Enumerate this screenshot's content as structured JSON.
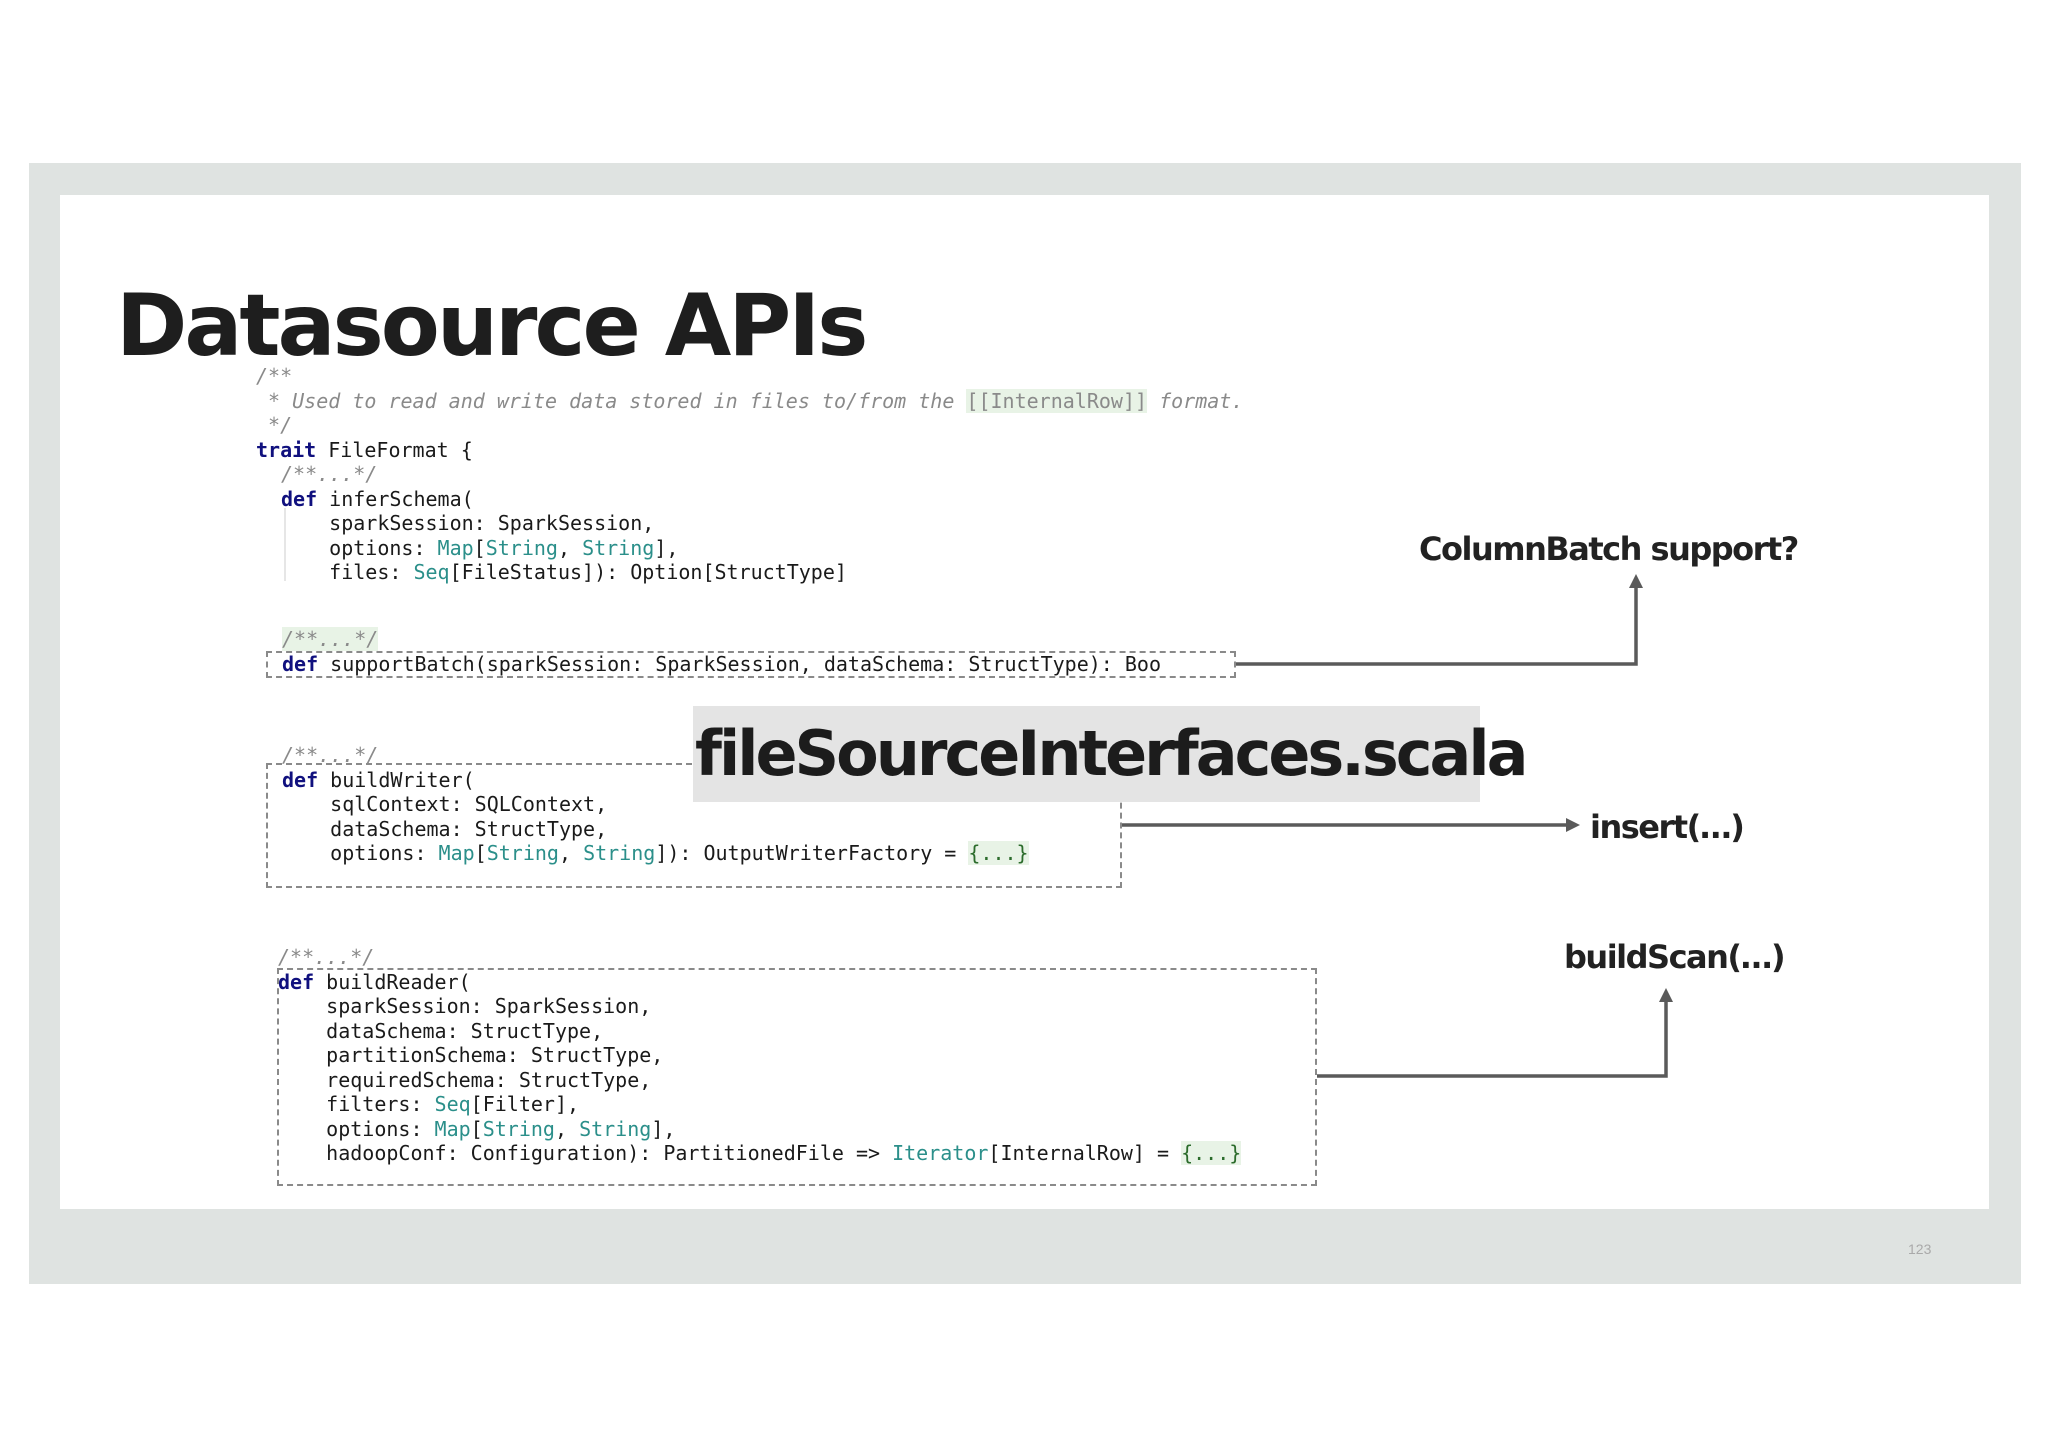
{
  "slide": {
    "title": "Datasource APIs",
    "file_banner": "fileSourceInterfaces.scala",
    "page_number": "123"
  },
  "code": {
    "doc_open": "/**",
    "doc_body_pre": " * Used to read and write data stored in files to/from the ",
    "doc_body_ref": "[[InternalRow]]",
    "doc_body_post": " format.",
    "doc_close": " */",
    "trait_kw": "trait",
    "trait_rest": " FileFormat {",
    "fold_comment": "/**...*/",
    "def_kw": "def",
    "infer": {
      "name": " inferSchema(",
      "p1": "    sparkSession: SparkSession,",
      "p2_a": "    options: ",
      "p2_map": "Map",
      "p2_b": "[",
      "p2_s1": "String",
      "p2_c": ", ",
      "p2_s2": "String",
      "p2_d": "],",
      "p3_a": "    files: ",
      "p3_seq": "Seq",
      "p3_b": "[FileStatus]): Option[StructType]"
    },
    "support": {
      "sig": " supportBatch(sparkSession: SparkSession, dataSchema: StructType): Boo"
    },
    "writer": {
      "name": " buildWriter(",
      "p1": "    sqlContext: SQLContext,",
      "p2": "    dataSchema: StructType,",
      "p3_a": "    options: ",
      "p3_map": "Map",
      "p3_b": "[",
      "p3_s1": "String",
      "p3_c": ", ",
      "p3_s2": "String",
      "p3_d": "]): OutputWriterFactory = ",
      "body": "{...}"
    },
    "reader": {
      "name": " buildReader(",
      "p1": "    sparkSession: SparkSession,",
      "p2": "    dataSchema: StructType,",
      "p3": "    partitionSchema: StructType,",
      "p4": "    requiredSchema: StructType,",
      "p5_a": "    filters: ",
      "p5_seq": "Seq",
      "p5_b": "[Filter],",
      "p6_a": "    options: ",
      "p6_map": "Map",
      "p6_b": "[",
      "p6_s1": "String",
      "p6_c": ", ",
      "p6_s2": "String",
      "p6_d": "],",
      "p7_a": "    hadoopConf: Configuration): PartitionedFile => ",
      "p7_iter": "Iterator",
      "p7_b": "[InternalRow] = ",
      "body": "{...}"
    }
  },
  "annotations": {
    "column_batch": "ColumnBatch support?",
    "insert": "insert(…)",
    "build_scan": "buildScan(…)"
  },
  "colors": {
    "frame": "#dfe3e1",
    "keyword": "#10107e",
    "type": "#2b8f8a",
    "comment": "#8a8a8a",
    "arrow": "#5a5a5a"
  }
}
